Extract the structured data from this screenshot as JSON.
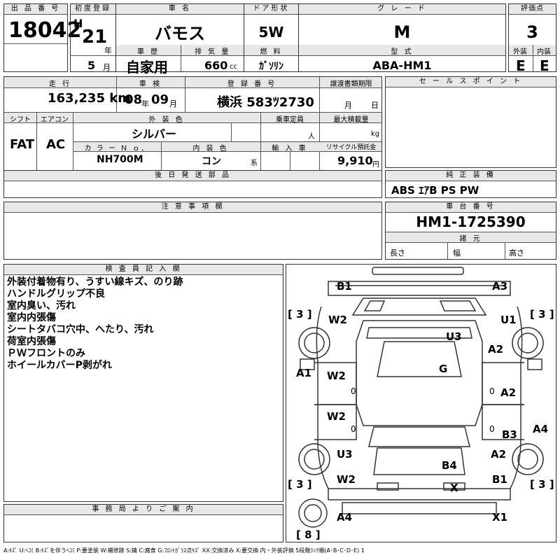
{
  "lot": {
    "label": "出 品 番 号",
    "value": "18042"
  },
  "first_reg": {
    "label": "初度登録",
    "era": "H",
    "year": "21",
    "year_unit": "年",
    "month": "5",
    "month_unit": "月"
  },
  "car_name": {
    "label": "車 名",
    "value": "バモス"
  },
  "door": {
    "label": "ドア形状",
    "value": "5W"
  },
  "grade": {
    "label": "グ レ ー ド",
    "value": "M"
  },
  "score": {
    "label": "評価点",
    "value": "3"
  },
  "history": {
    "label": "車 歴",
    "value": "自家用"
  },
  "displacement": {
    "label": "排 気 量",
    "value": "660",
    "unit": "cc"
  },
  "fuel": {
    "label": "燃 料",
    "value": "ｶﾞｿﾘﾝ"
  },
  "model": {
    "label": "型 式",
    "value": "ABA-HM1"
  },
  "ext_grade": {
    "label": "外装",
    "value": "E"
  },
  "int_grade": {
    "label": "内装",
    "value": "E"
  },
  "mileage": {
    "label": "走 行",
    "value": "163,235 km"
  },
  "inspection": {
    "label": "車 検",
    "year": "08",
    "year_unit": "年",
    "month": "09",
    "month_unit": "月"
  },
  "reg_no": {
    "label": "登 録 番 号",
    "value": "横浜 583ﾂ2730"
  },
  "transfer": {
    "label": "譲渡書類期限",
    "month_unit": "月",
    "day_unit": "日"
  },
  "sales_point": {
    "label": "セ ー ル ス ポ イ ン ト"
  },
  "shift": {
    "label": "シフト",
    "value": "FAT"
  },
  "aircon": {
    "label": "エアコン",
    "value": "AC"
  },
  "ext_color": {
    "label": "外 装 色",
    "value": "シルバー"
  },
  "capacity": {
    "label": "乗車定員",
    "unit": "人"
  },
  "max_load": {
    "label": "最大積載量",
    "unit": "kg"
  },
  "color_no": {
    "label": "カ ラ ー Ｎ ｏ．",
    "value": "NH700M"
  },
  "int_color": {
    "label": "内 装 色",
    "value": "コン",
    "unit": "系"
  },
  "import": {
    "label": "輸 入 車"
  },
  "recycle": {
    "label": "リサイクル預託金",
    "value": "9,910",
    "unit": "円"
  },
  "later_parts": {
    "label": "後 日 発 送 部 品"
  },
  "genuine": {
    "label": "純 正 装 備",
    "value": "ABS ｴｱB PS PW"
  },
  "caution": {
    "label": "注 意 事 項 欄"
  },
  "chassis": {
    "label": "車 台 番 号",
    "value": "HM1-1725390"
  },
  "specs": {
    "label": "諸 元",
    "length": "長さ",
    "width": "幅",
    "height": "高さ"
  },
  "inspector": {
    "label": "検 査 員 記 入 欄",
    "lines": [
      "外装付着物有り、うすい線キズ、のり跡",
      "ハンドルグリップ不良",
      "室内臭い、汚れ",
      "室内内張傷",
      "シートタバコ穴中、へたり、汚れ",
      "荷室内張傷",
      "ＰＷフロントのみ",
      "ホイールカバーP剥がれ"
    ]
  },
  "office": {
    "label": "事 務 局 よ り ご 案 内"
  },
  "legend": "A:ｷｽﾞ U:ﾍｺﾐ B:ｷｽﾞを伴うﾍｺﾐ P:要塗装 W:補修跡 S:錆 C:腐食 G:ﾌﾛﾝﾄｶﾞﾗｽ点ｷｽﾞ XX:交換済み X:要交換 内・外装評価 5段階ﾗﾝｸ順(A･B･C･D･E) 1",
  "diagram": {
    "marks": {
      "b1_top": "B1",
      "a3_top": "A3",
      "w2_lf": "W2",
      "u1_rf": "U1",
      "u3_hood": "U3",
      "a2_r1": "A2",
      "g": "G",
      "a1": "A1",
      "w2_l1": "W2",
      "a2_r2": "A2",
      "w2_l2": "W2",
      "b3_r": "B3",
      "a4_r": "A4",
      "u3_lr": "U3",
      "a2_r3": "A2",
      "b4": "B4",
      "w2_lb": "W2",
      "b1_rb": "B1",
      "x_rear": "X",
      "a4_bot": "A4",
      "x1_bot": "X1",
      "zero1": "0",
      "zero2": "0",
      "zero3": "0",
      "zero4": "0"
    },
    "tires": {
      "tl": "[ 3 ]",
      "tr": "[ 3 ]",
      "bl": "[ 3 ]",
      "br": "[ 3 ]",
      "spare": "[ 8 ]"
    }
  }
}
